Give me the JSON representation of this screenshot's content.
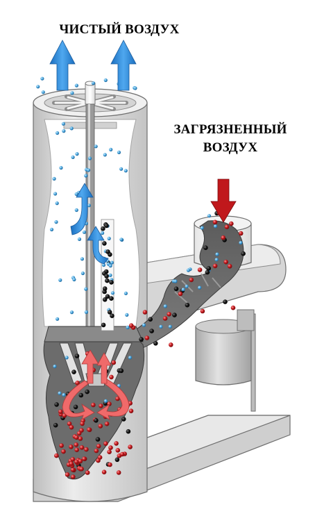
{
  "labels": {
    "clean_air": "ЧИСТЫЙ ВОЗДУХ",
    "dirty_air_line1": "ЗАГРЯЗНЕННЫЙ",
    "dirty_air_line2": "ВОЗДУХ"
  },
  "colors": {
    "clean_particle": "#4aa6dd",
    "dust_particle": "#111111",
    "heavy_particle": "#c0181c",
    "airflow_up_arrow": "#2f86d6",
    "inflow_arrow": "#c0181c",
    "swirl_arrow": "#f06a6a",
    "body": "#d8d8d8",
    "chamber": "#6e6e6e"
  },
  "icons": {
    "clean_outflow": "arrow-up-icon",
    "dirty_inflow": "arrow-down-icon",
    "internal_updraft": "curved-arrow-up-icon",
    "vortex": "swirl-arrow-icon"
  }
}
